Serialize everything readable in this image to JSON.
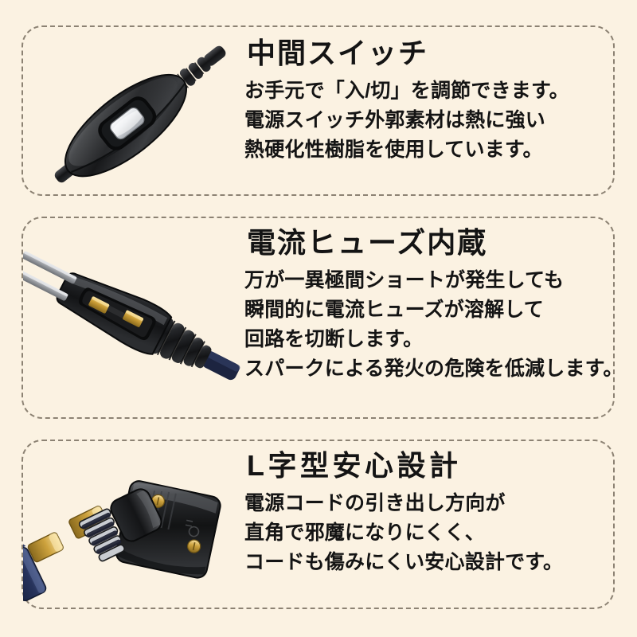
{
  "page": {
    "background_color": "#fbf2e2",
    "border_color": "#8c8273",
    "text_color": "#141414"
  },
  "sections": [
    {
      "id": "inline-switch",
      "heading": "中間スイッチ",
      "lines": [
        "お手元で「入/切」を調節できます。",
        "電源スイッチ外郭素材は熱に強い",
        "熱硬化性樹脂を使用しています。"
      ],
      "image_name": "inline-rocker-switch-photo",
      "image_alt": "中間スイッチ（インラインロッカースイッチ）"
    },
    {
      "id": "current-fuse",
      "heading": "電流ヒューズ内蔵",
      "lines": [
        "万が一異極間ショートが発生しても",
        "瞬間的に電流ヒューズが溶解して",
        "回路を切断します。",
        "スパークによる発火の危険を低減します。"
      ],
      "image_name": "fused-ac-plug-photo",
      "image_alt": "電流ヒューズ内蔵プラグ"
    },
    {
      "id": "l-shaped-plug",
      "heading": "L字型安心設計",
      "lines": [
        "電源コードの引き出し方向が",
        "直角で邪魔になりにくく、",
        "コードも傷みにくい安心設計です。"
      ],
      "image_name": "l-shaped-connector-photo",
      "image_alt": "L字型コネクター"
    }
  ]
}
